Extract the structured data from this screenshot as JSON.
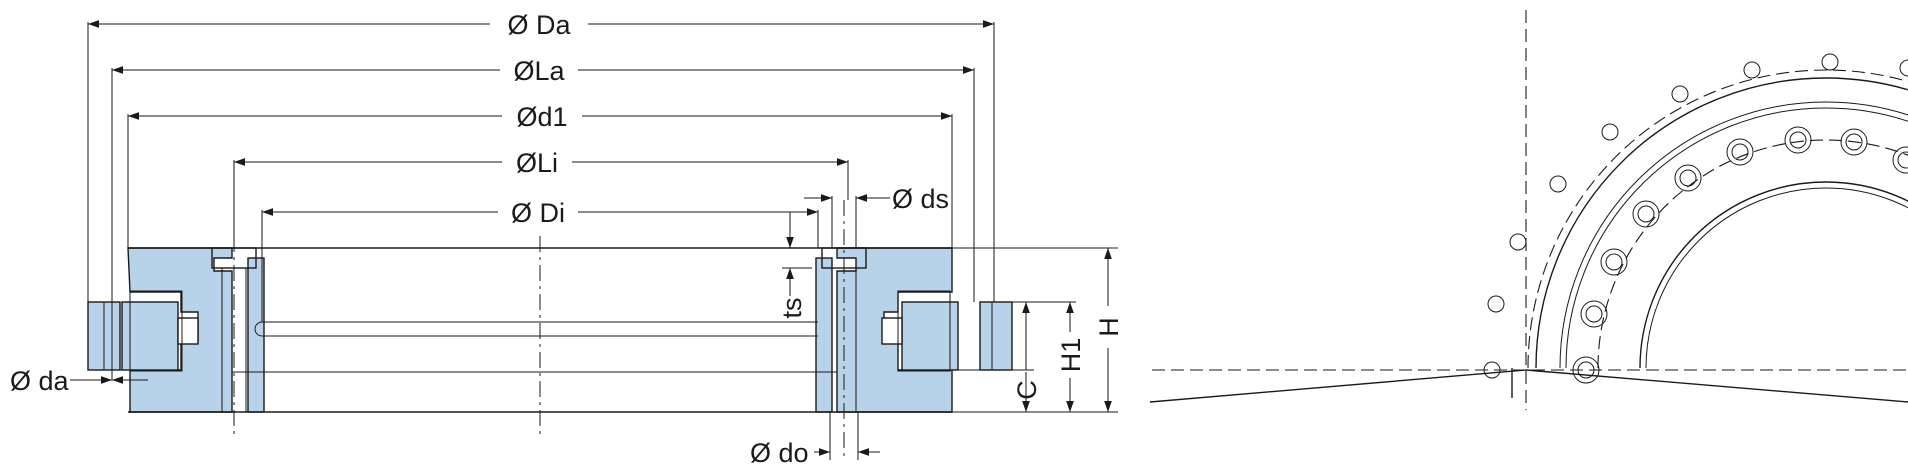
{
  "labels": {
    "Da": "Ø Da",
    "La": "ØLa",
    "d1": "Ød1",
    "Li": "ØLi",
    "Di": "Ø Di",
    "ds": "Ø ds",
    "ts": "ts",
    "da": "Ø da",
    "do": "Ø do",
    "C": "C",
    "H1": "H1",
    "H": "H"
  },
  "colors": {
    "part_fill": "#b8d2ea",
    "line": "#1a1a1a",
    "background": "#ffffff"
  }
}
